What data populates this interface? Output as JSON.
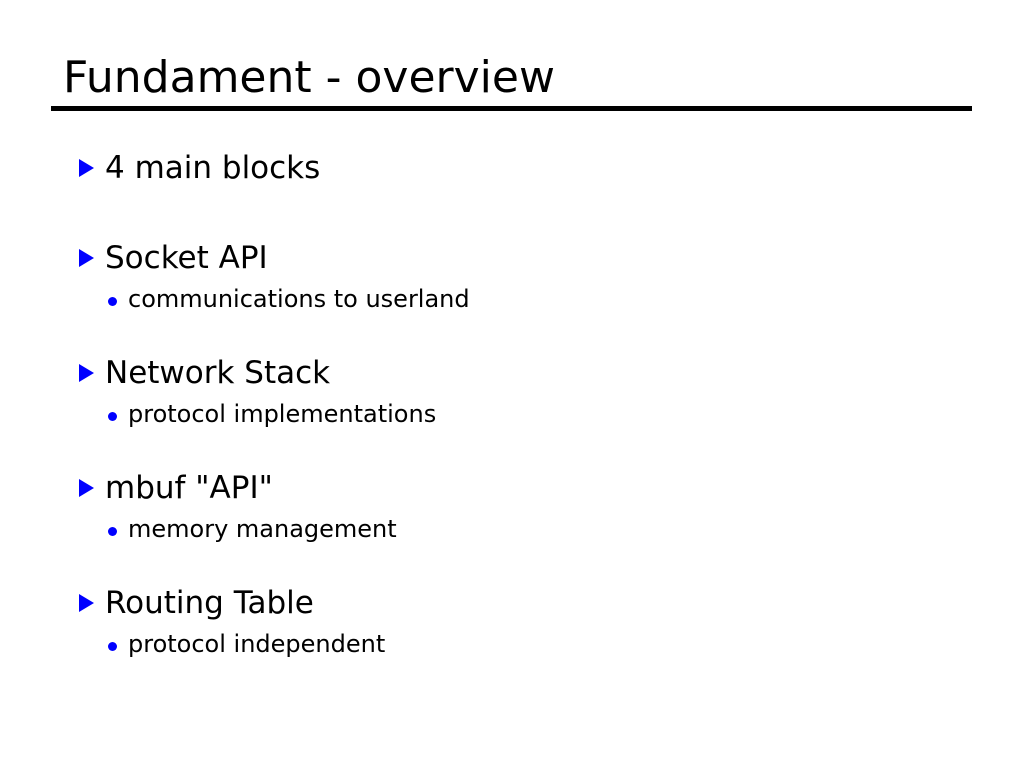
{
  "slide": {
    "title": "Fundament - overview",
    "accent_color": "#0000ff",
    "text_color": "#000000",
    "background_color": "#ffffff",
    "rule_color": "#000000",
    "bullet_icon": "triangle-right-icon",
    "sub_bullet_icon": "dot-icon",
    "groups": [
      {
        "heading": "4 main blocks",
        "subs": []
      },
      {
        "heading": "Socket API",
        "subs": [
          "communications to userland"
        ]
      },
      {
        "heading": "Network Stack",
        "subs": [
          "protocol implementations"
        ]
      },
      {
        "heading": "mbuf \"API\"",
        "subs": [
          "memory management"
        ]
      },
      {
        "heading": "Routing Table",
        "subs": [
          "protocol independent"
        ]
      }
    ]
  }
}
